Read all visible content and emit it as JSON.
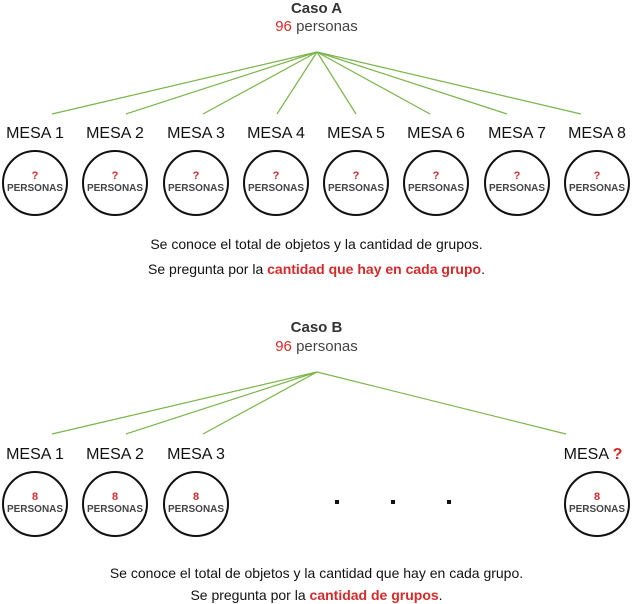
{
  "caseA": {
    "title": "Caso A",
    "total_value": "96",
    "total_unit": "personas",
    "tables": [
      {
        "label": "MESA 1",
        "value": "?",
        "unit": "PERSONAS"
      },
      {
        "label": "MESA 2",
        "value": "?",
        "unit": "PERSONAS"
      },
      {
        "label": "MESA 3",
        "value": "?",
        "unit": "PERSONAS"
      },
      {
        "label": "MESA 4",
        "value": "?",
        "unit": "PERSONAS"
      },
      {
        "label": "MESA 5",
        "value": "?",
        "unit": "PERSONAS"
      },
      {
        "label": "MESA 6",
        "value": "?",
        "unit": "PERSONAS"
      },
      {
        "label": "MESA 7",
        "value": "?",
        "unit": "PERSONAS"
      },
      {
        "label": "MESA 8",
        "value": "?",
        "unit": "PERSONAS"
      }
    ],
    "note_line1": "Se conoce el total de objetos y la cantidad de grupos.",
    "note_line2_prefix": "Se pregunta por la ",
    "note_line2_highlight": "cantidad que hay en cada grupo",
    "note_line2_suffix": "."
  },
  "caseB": {
    "title": "Caso B",
    "total_value": "96",
    "total_unit": "personas",
    "tables": [
      {
        "label": "MESA 1",
        "value": "8",
        "unit": "PERSONAS"
      },
      {
        "label": "MESA 2",
        "value": "8",
        "unit": "PERSONAS"
      },
      {
        "label": "MESA 3",
        "value": "8",
        "unit": "PERSONAS"
      }
    ],
    "last_table": {
      "label": "MESA",
      "label_mark": "?",
      "value": "8",
      "unit": "PERSONAS"
    },
    "note_line1": "Se conoce el total de objetos y la cantidad que hay en cada grupo.",
    "note_line2_prefix": "Se pregunta por la ",
    "note_line2_highlight": "cantidad de grupos",
    "note_line2_suffix": "."
  },
  "colors": {
    "accent": "#d62a2a",
    "line": "#7ab54a"
  }
}
